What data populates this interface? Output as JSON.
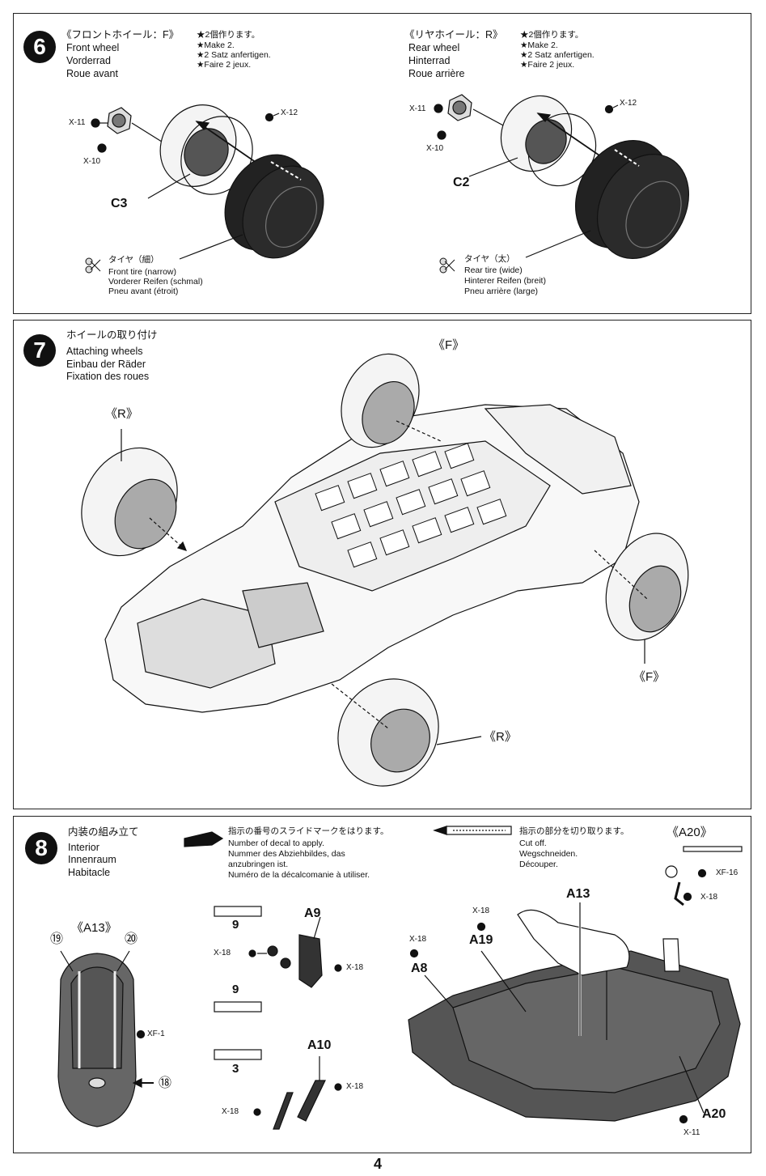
{
  "step6": {
    "number": "6",
    "front": {
      "title_jp": "《フロントホイール：F》",
      "title_en": "Front wheel",
      "title_de": "Vorderrad",
      "title_fr": "Roue avant",
      "note_jp": "★2個作ります。",
      "note_en": "★Make 2.",
      "note_de": "★2 Satz anfertigen.",
      "note_fr": "★Faire 2 jeux.",
      "part_nut": "X-11",
      "part_cap": "X-10",
      "part_x12": "X-12",
      "part_wheel": "C3",
      "tire_jp": "タイヤ（細）",
      "tire_en": "Front tire (narrow)",
      "tire_de": "Vorderer Reifen (schmal)",
      "tire_fr": "Pneu avant (étroit)"
    },
    "rear": {
      "title_jp": "《リヤホイール：R》",
      "title_en": "Rear wheel",
      "title_de": "Hinterrad",
      "title_fr": "Roue arrière",
      "note_jp": "★2個作ります。",
      "note_en": "★Make 2.",
      "note_de": "★2 Satz anfertigen.",
      "note_fr": "★Faire 2 jeux.",
      "part_nut": "X-11",
      "part_cap": "X-10",
      "part_x12": "X-12",
      "part_wheel": "C2",
      "tire_jp": "タイヤ（太）",
      "tire_en": "Rear tire (wide)",
      "tire_de": "Hinterer Reifen (breit)",
      "tire_fr": "Pneu arrière (large)"
    }
  },
  "step7": {
    "number": "7",
    "title_jp": "ホイールの取り付け",
    "title_en": "Attaching wheels",
    "title_de": "Einbau der Räder",
    "title_fr": "Fixation des roues",
    "label_f_top": "《F》",
    "label_r_left": "《R》",
    "label_f_right": "《F》",
    "label_r_bottom": "《R》"
  },
  "step8": {
    "number": "8",
    "title_jp": "内装の組み立て",
    "title_en": "Interior",
    "title_de": "Innenraum",
    "title_fr": "Habitacle",
    "decal_jp": "指示の番号のスライドマークをはります。",
    "decal_en": "Number of decal to apply.",
    "decal_de1": "Nummer des Abziehbildes, das",
    "decal_de2": "anzubringen ist.",
    "decal_fr": "Numéro de la décalcomanie à utiliser.",
    "cut_jp": "指示の部分を切り取ります。",
    "cut_en": "Cut off.",
    "cut_de": "Wegschneiden.",
    "cut_fr": "Découper.",
    "seat_label": "《A13》",
    "decal_19": "⑲",
    "decal_20": "⑳",
    "decal_18": "⑱",
    "xf1": "XF-1",
    "a20_label": "《A20》",
    "xf16": "XF-16",
    "x18": "X-18",
    "a9": "A9",
    "a10": "A10",
    "decal_9": "9",
    "decal_3": "3",
    "a13": "A13",
    "a19": "A19",
    "a8": "A8",
    "a20": "A20",
    "x11": "X-11"
  },
  "page_number": "4"
}
